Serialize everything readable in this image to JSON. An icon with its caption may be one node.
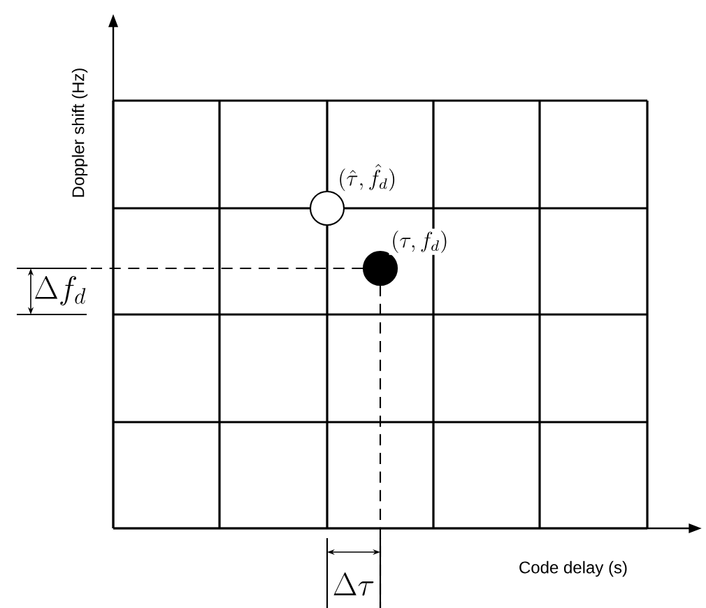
{
  "diagram": {
    "nodes": [
      {
        "text": [],
        "shape": "circle",
        "beside": [
          "(\\hat{\\tau}, \\hat{f}_d)"
        ]
      },
      {
        "text": [],
        "shape": "circle",
        "beside": [
          "(\\tau, f_d)"
        ]
      }
    ],
    "labels": [
      "Doppler shift (Hz)",
      "Code delay (s)",
      "\\Delta f_d",
      "\\Delta\\tau"
    ]
  }
}
